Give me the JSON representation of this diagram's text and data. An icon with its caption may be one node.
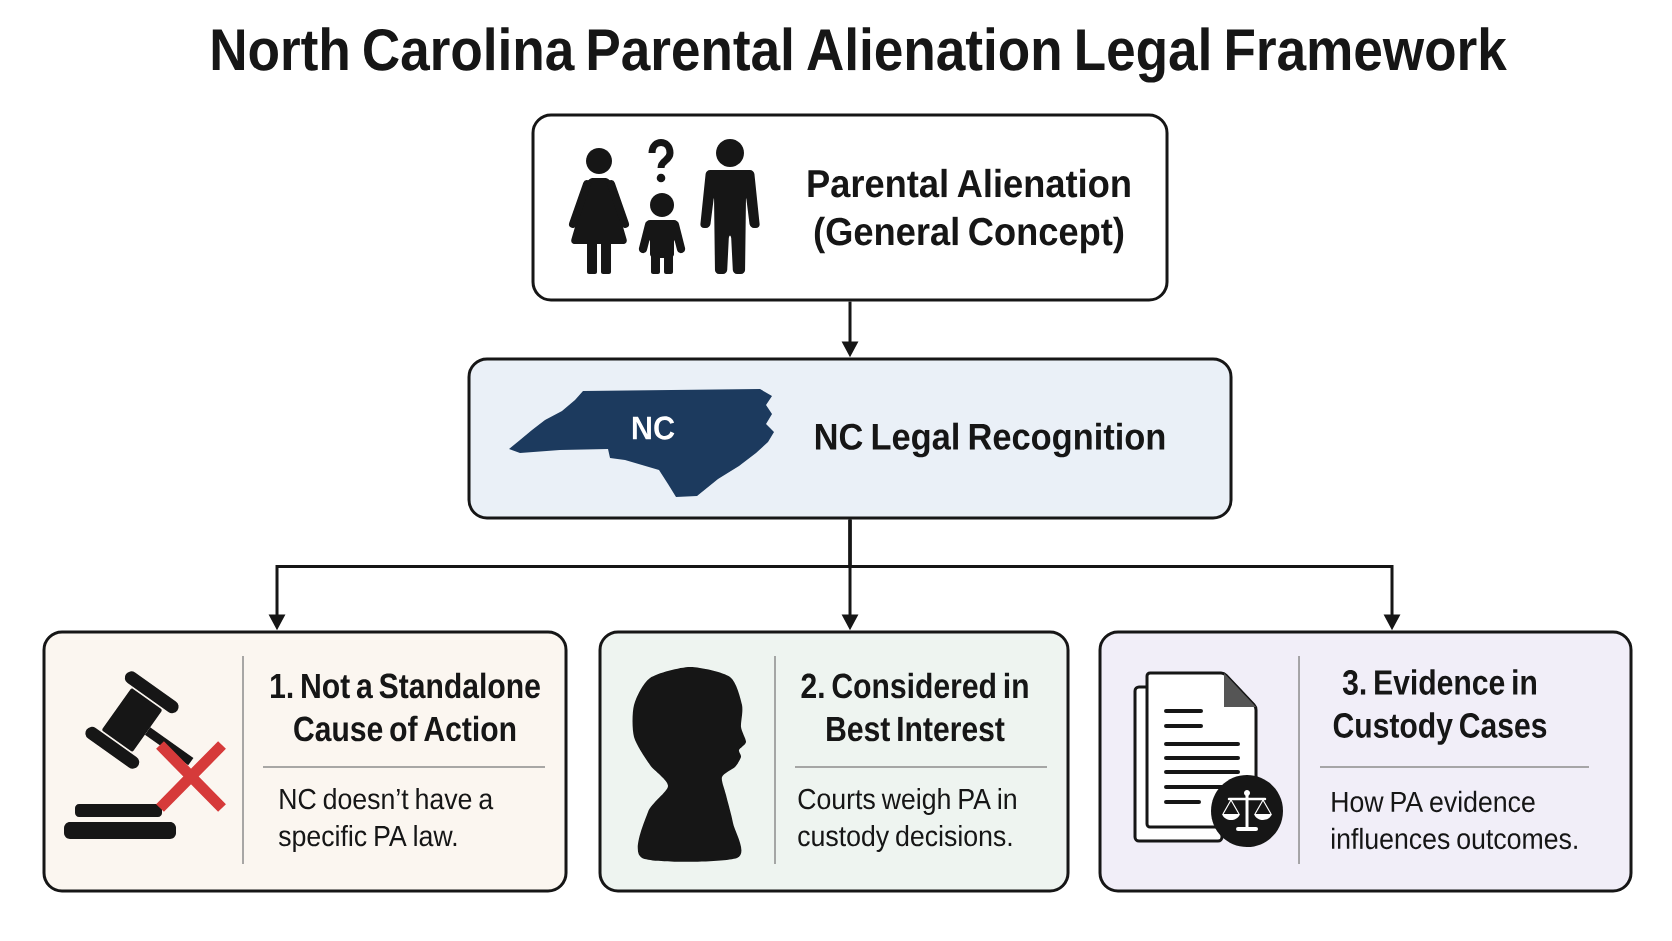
{
  "diagram": {
    "title": "North Carolina Parental Alienation Legal Framework",
    "nodes": [
      {
        "text": [
          "Parental Alienation (General Concept)"
        ]
      },
      {
        "text": [
          "NC Legal Recognition"
        ]
      },
      {
        "text": [
          "1. Not a Standalone Cause of Action",
          "NC doesn’t have a specific PA law."
        ]
      },
      {
        "text": [
          "2. Considered in Best Interest",
          "Courts weigh PA in custody decisions."
        ]
      },
      {
        "text": [
          "3. Evidence in Custody Cases",
          "How PA evidence influences outcomes."
        ]
      }
    ],
    "edges": [
      {
        "from": 0,
        "to": 1,
        "arrow": "to"
      },
      {
        "from": 1,
        "to": 2,
        "arrow": "to"
      },
      {
        "from": 1,
        "to": 3,
        "arrow": "to"
      },
      {
        "from": 1,
        "to": 4,
        "arrow": "to"
      }
    ],
    "labels": [
      "NC"
    ]
  }
}
